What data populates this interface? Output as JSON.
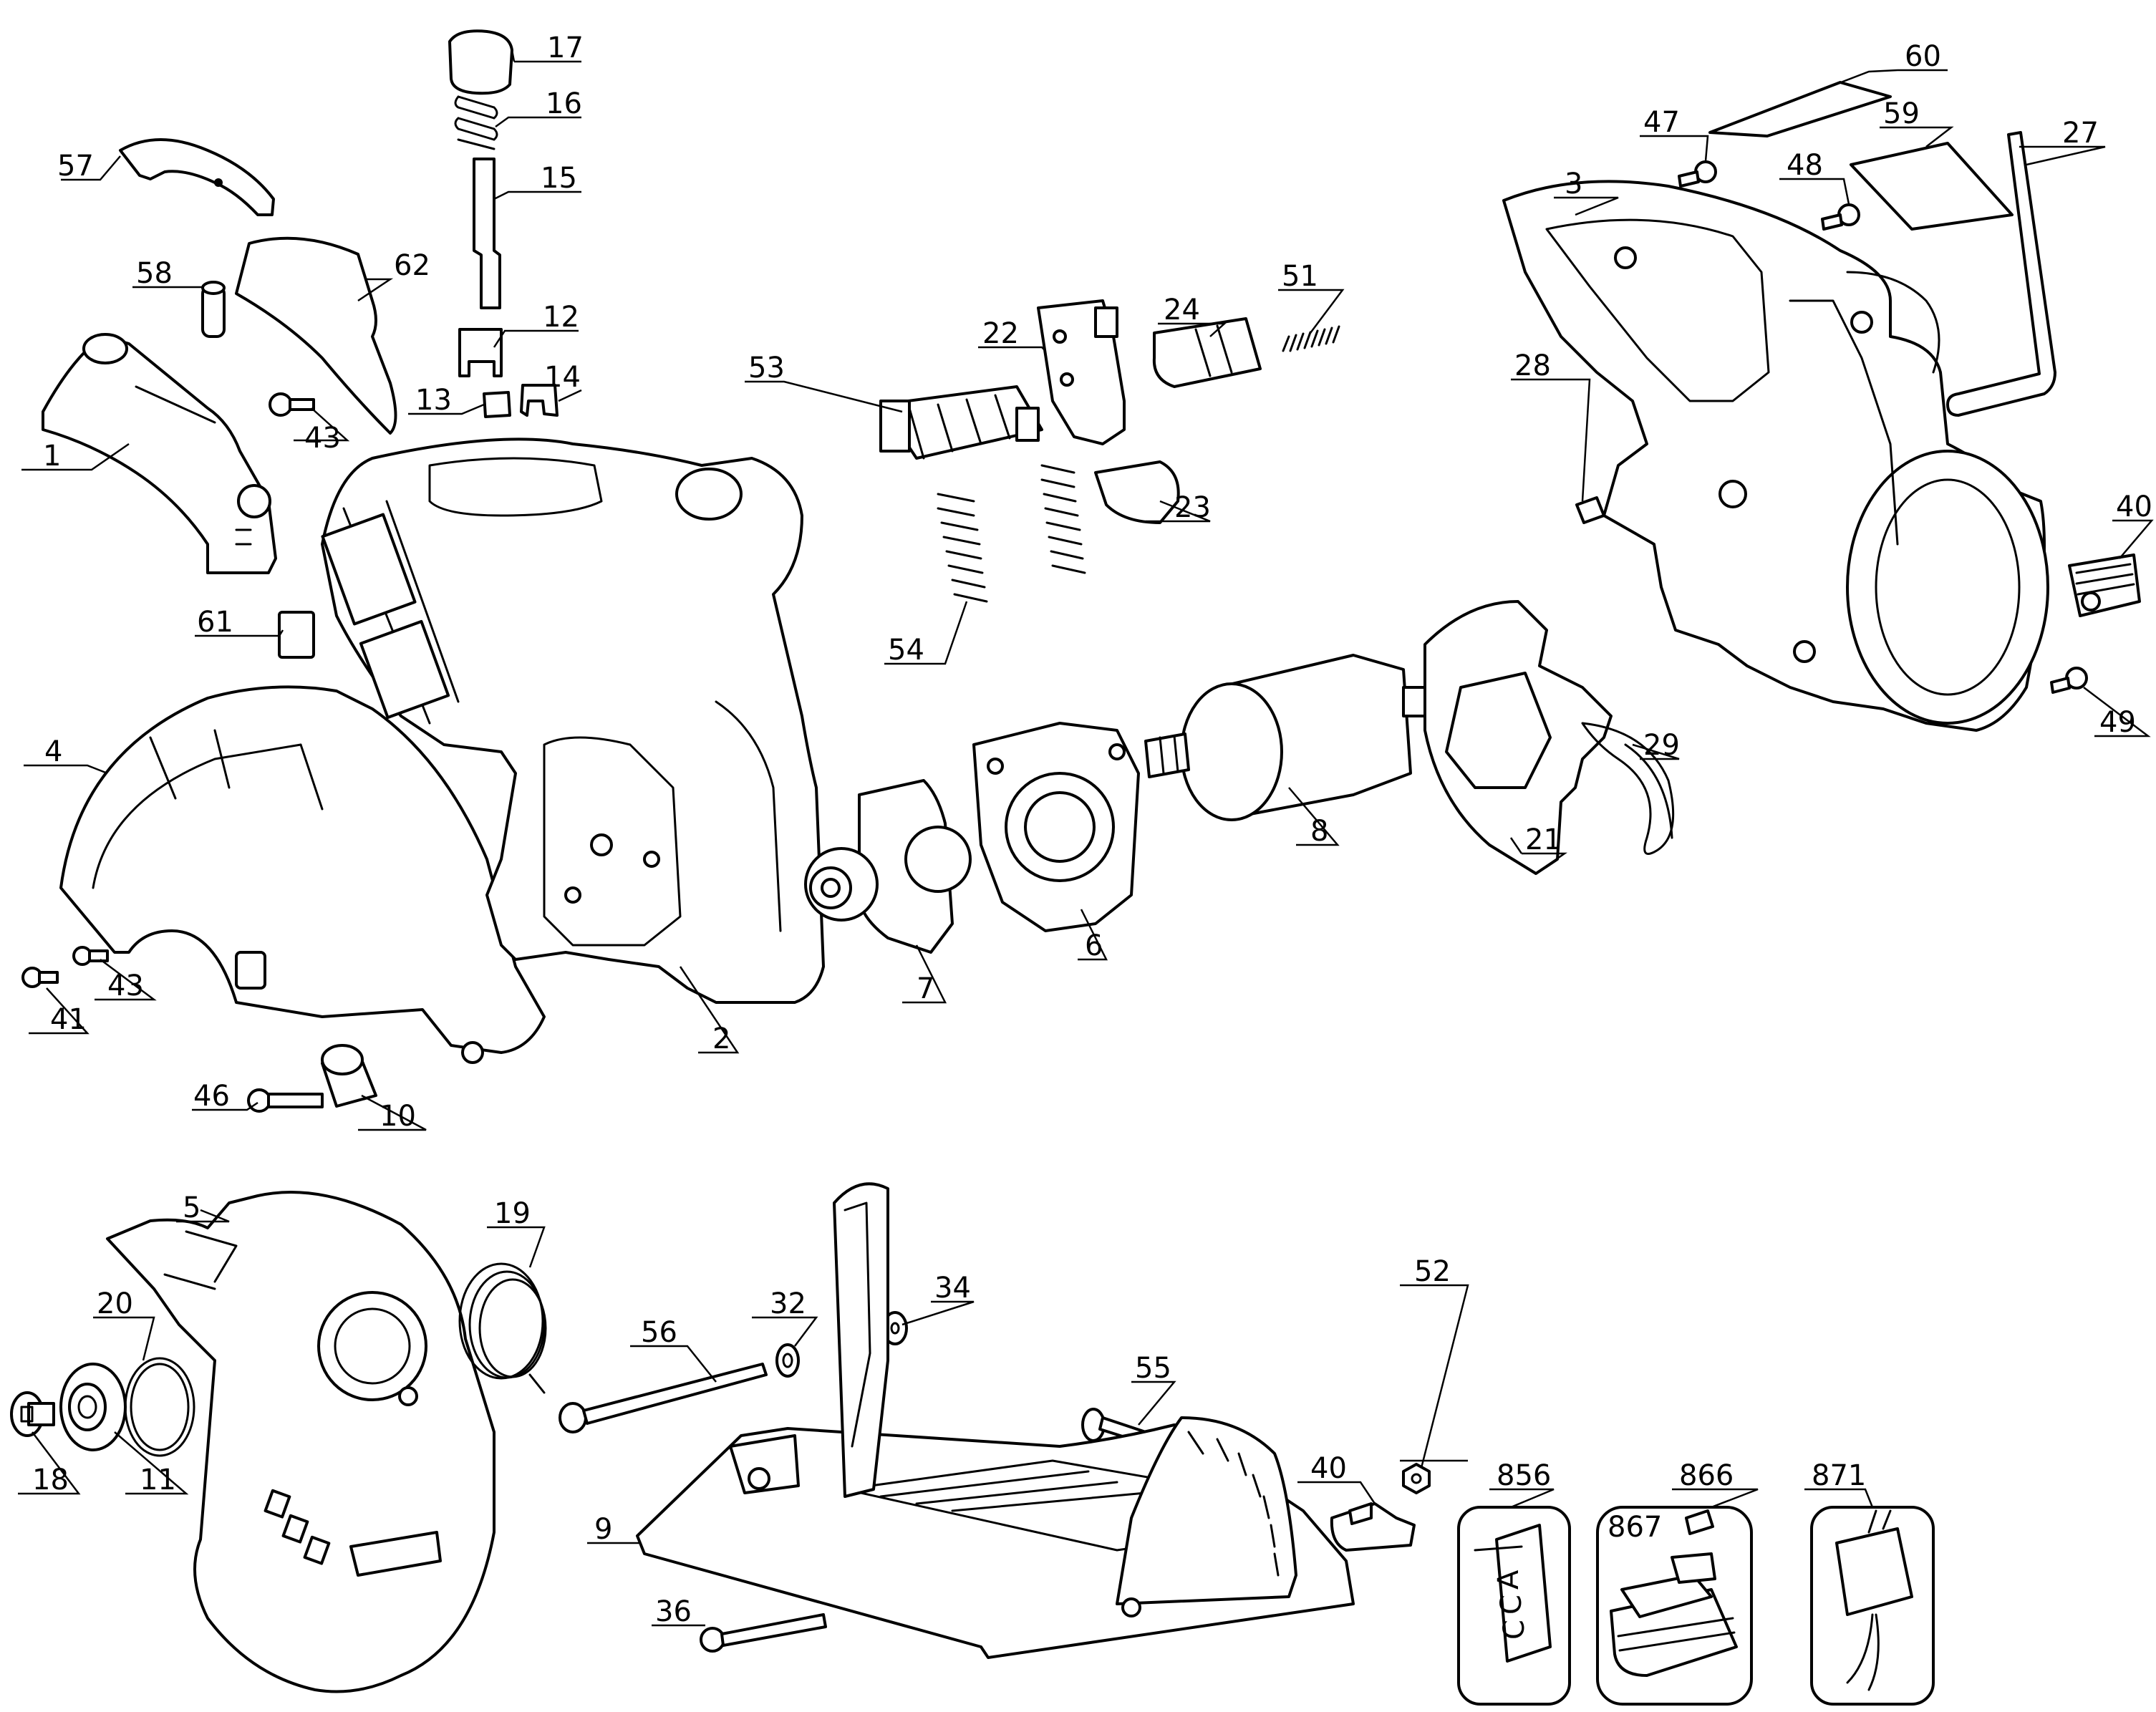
{
  "callouts": {
    "c1": "1",
    "c2": "2",
    "c3": "3",
    "c4": "4",
    "c5": "5",
    "c6": "6",
    "c7": "7",
    "c8": "8",
    "c9": "9",
    "c10": "10",
    "c11": "11",
    "c12": "12",
    "c13": "13",
    "c14": "14",
    "c15": "15",
    "c16": "16",
    "c17": "17",
    "c18": "18",
    "c19": "19",
    "c20": "20",
    "c21": "21",
    "c22": "22",
    "c23": "23",
    "c24": "24",
    "c27": "27",
    "c28": "28",
    "c29": "29",
    "c32": "32",
    "c34": "34",
    "c36": "36",
    "c40a": "40",
    "c40b": "40",
    "c41": "41",
    "c43a": "43",
    "c43b": "43",
    "c46": "46",
    "c47": "47",
    "c48": "48",
    "c49": "49",
    "c51": "51",
    "c52": "52",
    "c53": "53",
    "c54": "54",
    "c55": "55",
    "c56": "56",
    "c57": "57",
    "c58": "58",
    "c59": "59",
    "c60": "60",
    "c61": "61",
    "c62": "62",
    "c856": "856",
    "c866": "866",
    "c867": "867",
    "c871": "871"
  },
  "label_856": {
    "l1": "A",
    "l2": "C",
    "l3": "C"
  }
}
